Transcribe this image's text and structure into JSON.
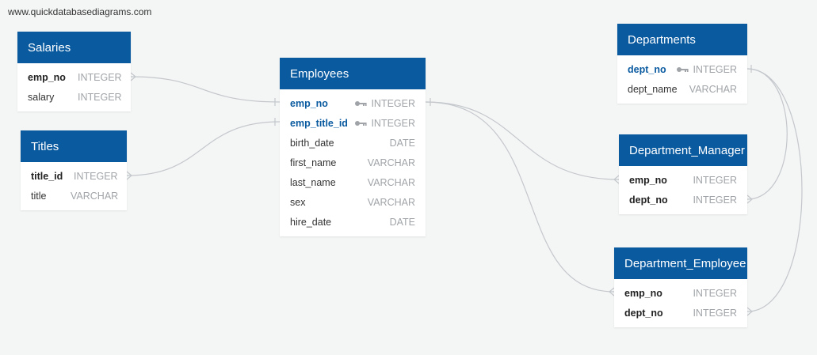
{
  "watermark": "www.quickdatabasediagrams.com",
  "tables": {
    "salaries": {
      "title": "Salaries",
      "rows": [
        {
          "name": "emp_no",
          "type": "INTEGER"
        },
        {
          "name": "salary",
          "type": "INTEGER"
        }
      ]
    },
    "titles": {
      "title": "Titles",
      "rows": [
        {
          "name": "title_id",
          "type": "INTEGER"
        },
        {
          "name": "title",
          "type": "VARCHAR"
        }
      ]
    },
    "employees": {
      "title": "Employees",
      "rows": [
        {
          "name": "emp_no",
          "type": "INTEGER"
        },
        {
          "name": "emp_title_id",
          "type": "INTEGER"
        },
        {
          "name": "birth_date",
          "type": "DATE"
        },
        {
          "name": "first_name",
          "type": "VARCHAR"
        },
        {
          "name": "last_name",
          "type": "VARCHAR"
        },
        {
          "name": "sex",
          "type": "VARCHAR"
        },
        {
          "name": "hire_date",
          "type": "DATE"
        }
      ]
    },
    "departments": {
      "title": "Departments",
      "rows": [
        {
          "name": "dept_no",
          "type": "INTEGER"
        },
        {
          "name": "dept_name",
          "type": "VARCHAR"
        }
      ]
    },
    "department_manager": {
      "title": "Department_Manager",
      "rows": [
        {
          "name": "emp_no",
          "type": "INTEGER"
        },
        {
          "name": "dept_no",
          "type": "INTEGER"
        }
      ]
    },
    "department_employee": {
      "title": "Department_Employee",
      "rows": [
        {
          "name": "emp_no",
          "type": "INTEGER"
        },
        {
          "name": "dept_no",
          "type": "INTEGER"
        }
      ]
    }
  },
  "colors": {
    "header": "#0a5aa0",
    "primary_key": "#0a5aa0",
    "type_text": "#a0a4a8",
    "link_line": "#c4c8cc",
    "background": "#f4f5f5"
  }
}
